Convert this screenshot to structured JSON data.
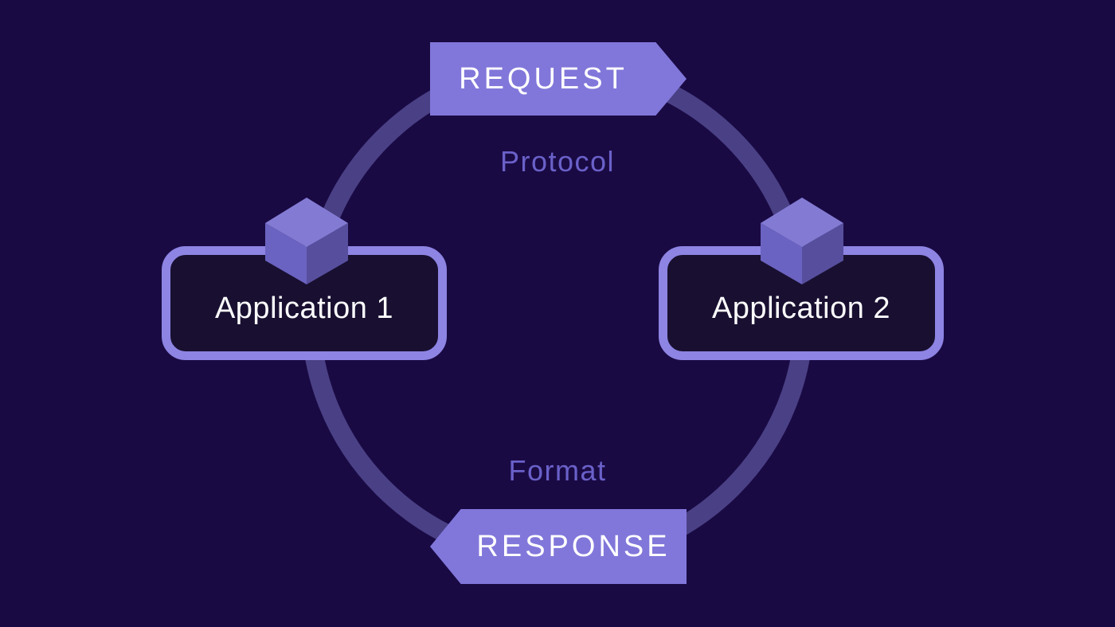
{
  "diagram": {
    "title_context": "request-response protocol cycle between two applications",
    "banners": {
      "request_label": "REQUEST",
      "response_label": "RESPONSE"
    },
    "ring_labels": {
      "protocol_label": "Protocol",
      "format_label": "Format"
    },
    "nodes": [
      {
        "label": "Application 1",
        "icon": "cube-icon"
      },
      {
        "label": "Application 2",
        "icon": "cube-icon"
      }
    ],
    "colors": {
      "background": "#1a0a44",
      "ring": "#4a4085",
      "banner_fill": "#8177da",
      "banner_text": "#ffffff",
      "ring_label_text": "#6a61c9",
      "app_box_border": "#8d84e3",
      "app_box_fill": "#191031",
      "app_box_text": "#fdfdfe",
      "cube_top": "#837bd3",
      "cube_left": "#6b63c1",
      "cube_right": "#574f9e"
    }
  }
}
